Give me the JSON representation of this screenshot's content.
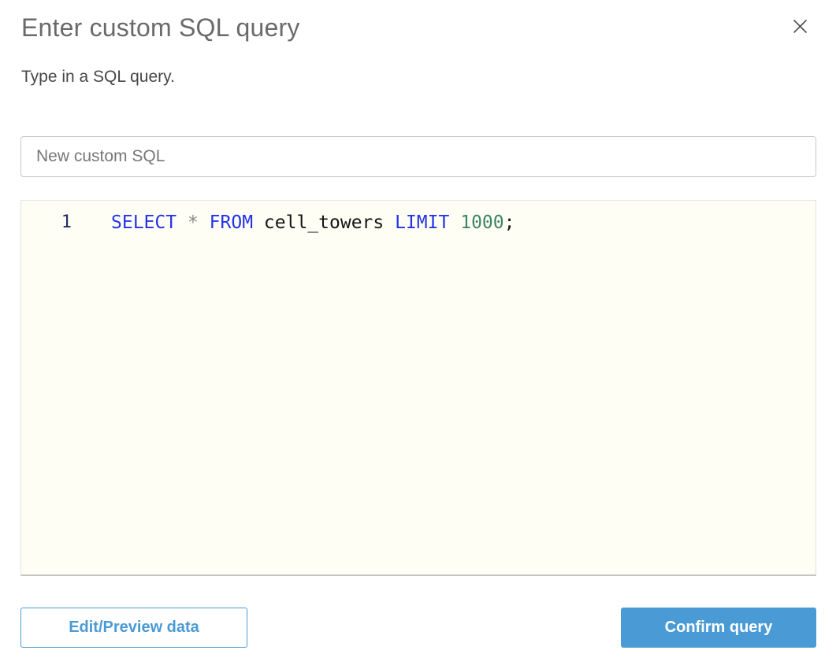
{
  "dialog": {
    "title": "Enter custom SQL query",
    "subtitle": "Type in a SQL query."
  },
  "name_input": {
    "value": "New custom SQL"
  },
  "editor": {
    "lines": [
      {
        "number": "1",
        "tokens": [
          {
            "type": "keyword",
            "text": "SELECT"
          },
          {
            "type": "plain",
            "text": " "
          },
          {
            "type": "operator",
            "text": "*"
          },
          {
            "type": "plain",
            "text": " "
          },
          {
            "type": "keyword",
            "text": "FROM"
          },
          {
            "type": "plain",
            "text": " "
          },
          {
            "type": "identifier",
            "text": "cell_towers"
          },
          {
            "type": "plain",
            "text": " "
          },
          {
            "type": "keyword",
            "text": "LIMIT"
          },
          {
            "type": "plain",
            "text": " "
          },
          {
            "type": "number",
            "text": "1000"
          },
          {
            "type": "punctuation",
            "text": ";"
          }
        ]
      }
    ]
  },
  "footer": {
    "edit_preview_label": "Edit/Preview data",
    "confirm_label": "Confirm query"
  },
  "colors": {
    "accent_blue": "#4a9bd5",
    "keyword_blue": "#2433e8",
    "number_green": "#3c8560",
    "line_number_navy": "#1f2a63",
    "editor_background": "#fffef5"
  }
}
